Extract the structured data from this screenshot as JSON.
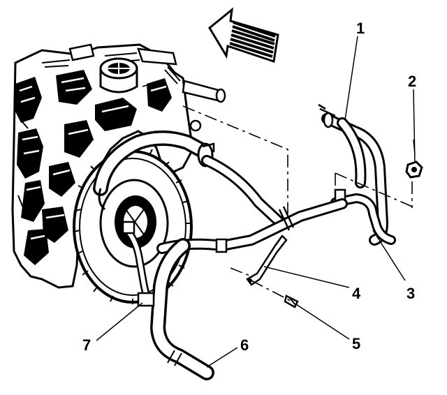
{
  "callouts": [
    {
      "id": "1",
      "label": "1"
    },
    {
      "id": "2",
      "label": "2"
    },
    {
      "id": "3",
      "label": "3"
    },
    {
      "id": "4",
      "label": "4"
    },
    {
      "id": "5",
      "label": "5"
    },
    {
      "id": "6",
      "label": "6"
    },
    {
      "id": "7",
      "label": "7"
    }
  ],
  "colors": {
    "ink": "#000000",
    "paper": "#ffffff"
  },
  "icons": {
    "direction_arrow": "arrow-left-icon"
  }
}
